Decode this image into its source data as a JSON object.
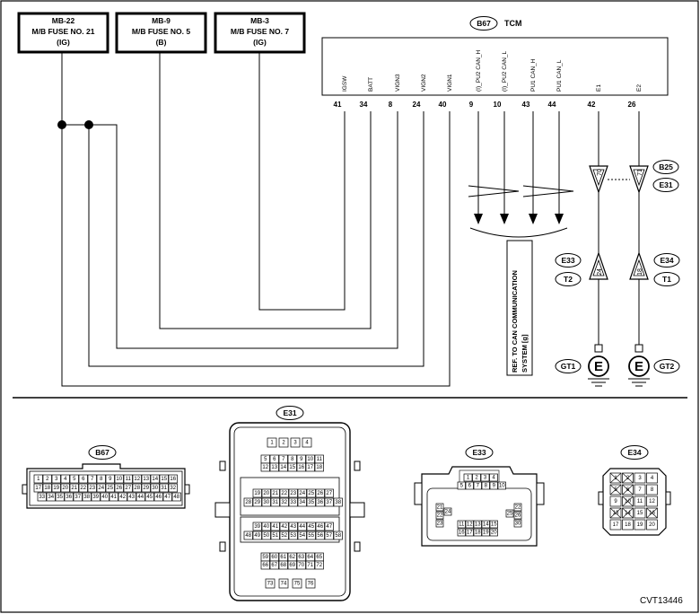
{
  "fuses": [
    {
      "lines": [
        "MB-22",
        "M/B FUSE NO. 21",
        "(IG)"
      ]
    },
    {
      "lines": [
        "MB-9",
        "M/B FUSE NO. 5",
        "(B)"
      ]
    },
    {
      "lines": [
        "MB-3",
        "M/B FUSE NO. 7",
        "(IG)"
      ]
    }
  ],
  "tcm": {
    "connector": "B67",
    "title": "TCM",
    "signals": [
      "IGSW",
      "BATT",
      "VIGN3",
      "VIGN2",
      "VIGN1",
      "(I)_PU2 CAN_H",
      "(I)_PU2 CAN_L",
      "PU1 CAN_H",
      "PU1 CAN_L",
      "E1",
      "E2"
    ],
    "pins": [
      "41",
      "34",
      "8",
      "24",
      "40",
      "9",
      "10",
      "43",
      "44",
      "42",
      "26"
    ]
  },
  "connector_labels": {
    "b25": "B25",
    "e31": "E31",
    "e33": "E33",
    "t2": "T2",
    "e34": "E34",
    "t1": "T1",
    "gt1": "GT1",
    "gt2": "GT2"
  },
  "arrow_pins": {
    "b25_e31_left": "70",
    "b25_e31_right": "71",
    "e33_t2": "24",
    "e34_t1": "18"
  },
  "ground_symbol": "E",
  "ref_note": [
    "REF. TO CAN COMMUNICATION",
    "SYSTEM [g]"
  ],
  "connector_views": {
    "b67": {
      "label": "B67",
      "row1": [
        "1",
        "2",
        "3",
        "4",
        "5",
        "6",
        "7",
        "8",
        "9",
        "10",
        "11",
        "12",
        "13",
        "14",
        "15",
        "16"
      ],
      "row2": [
        "17",
        "18",
        "19",
        "20",
        "21",
        "22",
        "23",
        "24",
        "25",
        "26",
        "27",
        "28",
        "29",
        "30",
        "31",
        "32"
      ],
      "row3": [
        "33",
        "34",
        "35",
        "36",
        "37",
        "38",
        "39",
        "40",
        "41",
        "42",
        "43",
        "44",
        "45",
        "46",
        "47",
        "48"
      ]
    },
    "e31": {
      "label": "E31",
      "g1": [
        "1",
        "2",
        "3",
        "4"
      ],
      "g2r1": [
        "5",
        "6",
        "7",
        "8",
        "9",
        "10",
        "11"
      ],
      "g2r2": [
        "12",
        "13",
        "14",
        "15",
        "16",
        "17",
        "18"
      ],
      "g3r1": [
        "19",
        "20",
        "21",
        "22",
        "23",
        "24",
        "25",
        "26",
        "27"
      ],
      "g3r2": [
        "28",
        "29",
        "30",
        "31",
        "32",
        "33",
        "34",
        "35",
        "36",
        "37",
        "38"
      ],
      "g4r1": [
        "39",
        "40",
        "41",
        "42",
        "43",
        "44",
        "45",
        "46",
        "47"
      ],
      "g4r2": [
        "48",
        "49",
        "50",
        "51",
        "52",
        "53",
        "54",
        "55",
        "56",
        "57",
        "58"
      ],
      "g5r1": [
        "59",
        "60",
        "61",
        "62",
        "63",
        "64",
        "65"
      ],
      "g5r2": [
        "66",
        "67",
        "68",
        "69",
        "70",
        "71",
        "72"
      ],
      "g6": [
        "73",
        "74",
        "75",
        "76"
      ]
    },
    "e33": {
      "label": "E33",
      "top": [
        "1",
        "2",
        "3",
        "4"
      ],
      "mid": [
        "5",
        "6",
        "7",
        "8",
        "9",
        "10"
      ],
      "row3": [
        "11",
        "12",
        "13",
        "14",
        "15"
      ],
      "row4": [
        "16",
        "17",
        "18",
        "19",
        "20"
      ],
      "left": [
        "21",
        "22",
        "23",
        "24"
      ],
      "right": [
        "22",
        "25",
        "26",
        "30"
      ]
    },
    "e34": {
      "label": "E34",
      "rows": [
        [
          "1",
          "2",
          "3",
          "4"
        ],
        [
          "5",
          "6",
          "7",
          "8"
        ],
        [
          "9",
          "10",
          "11",
          "12"
        ],
        [
          "13",
          "14",
          "15",
          "16"
        ],
        [
          "17",
          "18",
          "19",
          "20"
        ]
      ]
    }
  },
  "figure_code": "CVT13446"
}
